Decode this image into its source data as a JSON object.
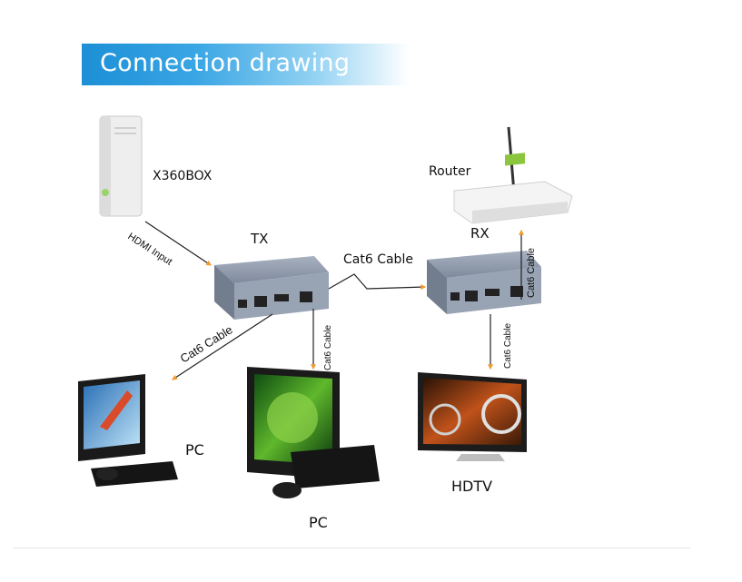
{
  "title": "Connection drawing",
  "nodes": {
    "source": "X360BOX",
    "router": "Router",
    "tx": "TX",
    "rx": "RX",
    "pc_left": "PC",
    "pc_center": "PC",
    "hdtv": "HDTV"
  },
  "links": {
    "hdmi_input": "HDMI Input",
    "tx_rx": "Cat6 Cable",
    "tx_pc_left": "Cat6 Cable",
    "tx_pc_center": "Cat6 Cable",
    "rx_router": "Cat6 Cable",
    "rx_hdtv": "Cat6 Cable"
  },
  "colors": {
    "banner": "#1c8fd6",
    "arrow": "#f39a2c",
    "device_body": "#8e99ab"
  }
}
